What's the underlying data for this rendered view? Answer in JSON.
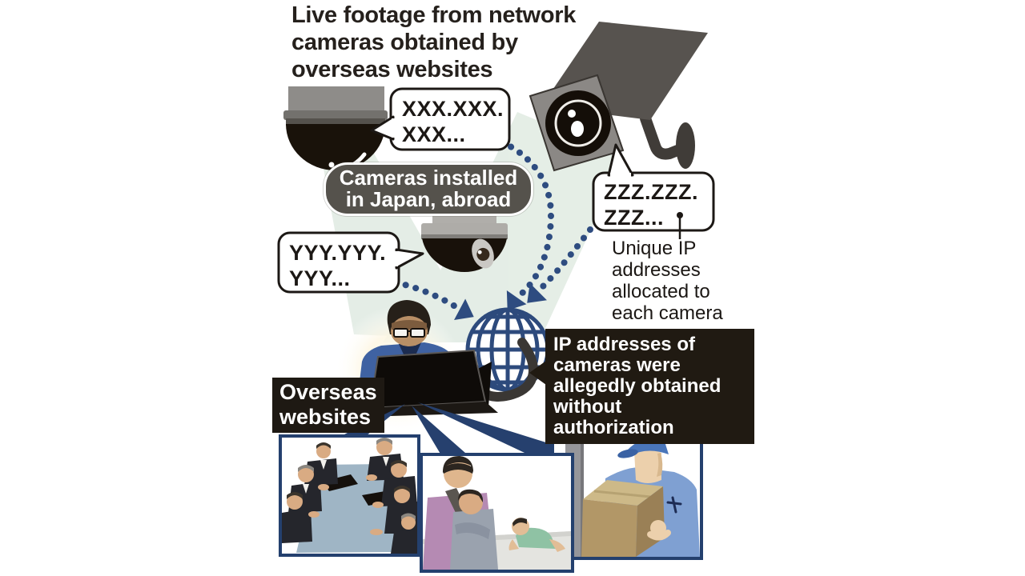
{
  "title": {
    "line1": "Live footage from network",
    "line2": "cameras obtained by",
    "line3": "overseas websites"
  },
  "camera_label": {
    "line1": "Cameras installed",
    "line2": "in Japan, abroad"
  },
  "ip_bubbles": {
    "xxx": {
      "line1": "XXX.XXX.",
      "line2": "XXX..."
    },
    "yyy": {
      "line1": "YYY.YYY.",
      "line2": "YYY..."
    },
    "zzz": {
      "line1": "ZZZ.ZZZ.",
      "line2": "ZZZ..."
    }
  },
  "unique_ip_note": {
    "line1": "Unique IP",
    "line2": "addresses",
    "line3": "allocated to",
    "line4": "each camera"
  },
  "ip_obtained_callout": {
    "line1": "IP addresses of",
    "line2": "cameras were",
    "line3": "allegedly obtained",
    "line4": "without authorization"
  },
  "overseas_label": {
    "line1": "Overseas",
    "line2": "websites"
  },
  "icons": {
    "dome_camera_top": "dome-surveillance-camera",
    "dome_camera_mid": "dome-surveillance-camera",
    "box_camera": "bullet-surveillance-camera",
    "globe": "internet-globe",
    "hacker": "person-at-laptop",
    "photo_meeting": "office-meeting-snapshot",
    "photo_family": "family-with-baby-snapshot",
    "photo_delivery": "delivery-worker-snapshot"
  },
  "colors": {
    "arrow_navy": "#2e4c80",
    "callout_bg": "#201a12",
    "pill_bg": "#55524c",
    "beam_green": "#cfe0d2",
    "photo_border": "#24406e",
    "camera_gray": "#57534f"
  }
}
